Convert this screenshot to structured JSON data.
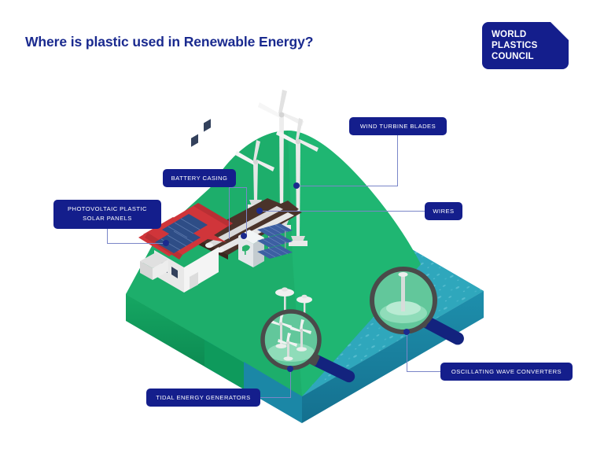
{
  "page": {
    "title": "Where is plastic used in Renewable Energy?",
    "background_color": "#ffffff"
  },
  "brand": {
    "name": "WORLD PLASTICS COUNCIL",
    "lines": [
      "WORLD",
      "PLASTICS",
      "COUNCIL"
    ],
    "color": "#141E8C",
    "text_color": "#ffffff"
  },
  "theme": {
    "navy": "#141E8C",
    "title_navy": "#1A2A8F",
    "connector": "#7A86C8",
    "dot": "#1B2A8E",
    "land_top": "#1DAE6B",
    "land_top_light": "#2BBE7B",
    "land_side": "#0E9A5C",
    "water_top": "#2FA7BC",
    "water_side": "#1B87A6",
    "water_side_dark": "#15769A",
    "roof_red": "#D0353A",
    "house_white": "#F1F1F1",
    "panel_blue": "#3B5FA8",
    "magnifier_rim": "#4A4A4A",
    "magnifier_lens": "#62C79B",
    "magnifier_handle": "#13237E",
    "turbine_white": "#EFEFEF",
    "road_brown": "#4A332A"
  },
  "labels": [
    {
      "id": "wind-turbine-blades",
      "text": "WIND TURBINE BLADES"
    },
    {
      "id": "battery-casing",
      "text": "BATTERY CASING"
    },
    {
      "id": "photovoltaic-line1",
      "text": "PHOTOVOLTAIC PLASTIC"
    },
    {
      "id": "photovoltaic-line2",
      "text": "SOLAR PANELS"
    },
    {
      "id": "wires",
      "text": "WIRES"
    },
    {
      "id": "tidal-energy-generators",
      "text": "TIDAL ENERGY GENERATORS"
    },
    {
      "id": "oscillating-wave",
      "text": "OSCILLATING WAVE CONVERTERS"
    }
  ],
  "callouts": {
    "wind_turbine_blades": "WIND TURBINE BLADES",
    "battery_casing": "BATTERY CASING",
    "photovoltaic_l1": "PHOTOVOLTAIC PLASTIC",
    "photovoltaic_l2": "SOLAR PANELS",
    "wires": "WIRES",
    "tidal_energy_generators": "TIDAL ENERGY GENERATORS",
    "oscillating_wave_converters": "OSCILLATING WAVE CONVERTERS"
  },
  "scene": {
    "description": "Isometric island diorama: green hill with three wind turbines, a red-roofed house with solar panels, a cable road, battery casing unit and solar panel array on land; teal ocean with two magnifying glasses revealing tidal energy generators and an oscillating wave converter.",
    "elements": [
      "wind-turbine",
      "wind-turbine",
      "wind-turbine",
      "house-with-solar-panels",
      "cable-road",
      "battery-casing-unit",
      "solar-panel-array",
      "magnifier-tidal",
      "magnifier-wave",
      "wave-buoy",
      "wave-buoy",
      "wave-buoy"
    ]
  }
}
